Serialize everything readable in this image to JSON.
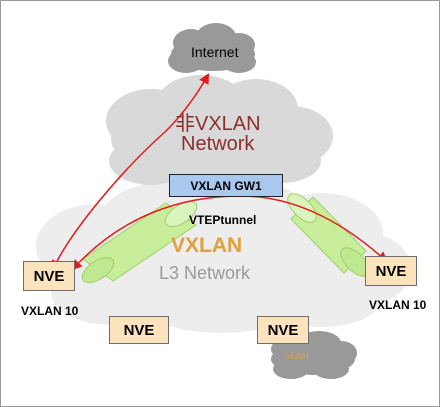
{
  "internet_cloud": {
    "label": "Internet"
  },
  "non_vxlan_network": {
    "line1": "非VXLAN",
    "line2": "Network"
  },
  "gateway": {
    "label": "VXLAN GW1"
  },
  "tunnel": {
    "label": "VTEPtunnel"
  },
  "vxlan_network": {
    "line1": "VXLAN",
    "line2": "L3 Network"
  },
  "nodes": [
    {
      "label": "NVE",
      "caption": "VXLAN 10"
    },
    {
      "label": "NVE",
      "caption": "VXLAN 10"
    },
    {
      "label": "NVE"
    },
    {
      "label": "NVE"
    }
  ],
  "vlan_cloud": {
    "label": "VLAN"
  },
  "colors": {
    "gray_cloud": "#999999",
    "network_cloud": "#d9d9d9",
    "vxlan_cloud": "#ededed",
    "non_vxlan_text": "#8b2e2e",
    "vxlan_text": "#e0a03a",
    "l3_text": "#9a9a9a",
    "gateway_fill": "#a9c8ee",
    "nve_fill": "#fbe3bd",
    "tunnel_fill": "#c8ee9c",
    "path_red": "#e31b1b"
  }
}
